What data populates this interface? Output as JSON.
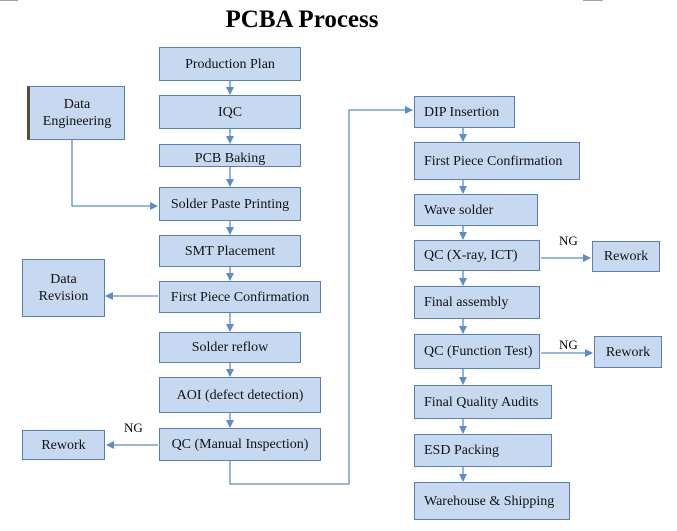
{
  "title": "PCBA Process",
  "colors": {
    "box_fill": "#c6d9f1",
    "box_border": "#5a7fb1",
    "connector": "#5b8dc8"
  },
  "left_column": [
    "Production Plan",
    "IQC",
    "PCB Baking",
    "Solder Paste Printing",
    "SMT Placement",
    "First Piece Confirmation",
    "Solder reflow",
    "AOI (defect detection)",
    "QC (Manual Inspection)"
  ],
  "side_boxes": {
    "data_engineering": "Data Engineering",
    "data_revision": "Data Revision",
    "rework_left": "Rework"
  },
  "right_column": [
    "DIP Insertion",
    "First Piece Confirmation",
    "Wave solder",
    "QC (X-ray, ICT)",
    "Final assembly",
    "QC (Function Test)",
    "Final Quality Audits",
    "ESD Packing",
    "Warehouse & Shipping"
  ],
  "rework_right": [
    "Rework",
    "Rework"
  ],
  "ng_labels": [
    "NG",
    "NG",
    "NG"
  ]
}
